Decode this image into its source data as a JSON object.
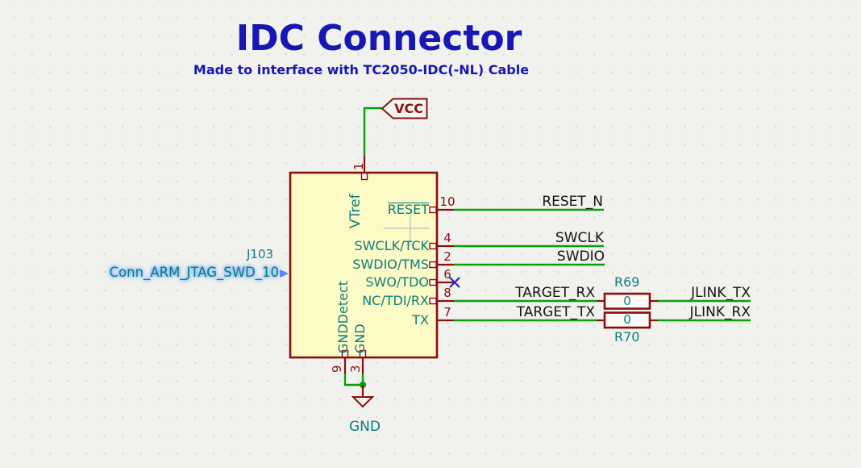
{
  "palette": {
    "background": "#F1F1ED",
    "grid_dot": "#DBDBD7",
    "note_blue": "#1717B3",
    "symbol_outline": "#8A0F0F",
    "symbol_fill": "#FCFAC5",
    "pin_name_teal": "#0B7E7E",
    "wire_green": "#0AA00A",
    "net_label_black": "#141414",
    "no_connect_blue": "#2525CC",
    "highlight_blue": "#7EB3FF"
  },
  "header": {
    "title": "IDC Connector",
    "subtitle": "Made to interface with TC2050-IDC(-NL) Cable"
  },
  "component": {
    "reference": "J103",
    "value": "Conn_ARM_JTAG_SWD_10",
    "pins": [
      {
        "number": "1",
        "name": "VTref"
      },
      {
        "number": "10",
        "name": "RESET"
      },
      {
        "number": "4",
        "name": "SWCLK/TCK"
      },
      {
        "number": "2",
        "name": "SWDIO/TMS"
      },
      {
        "number": "6",
        "name": "SWO/TDO"
      },
      {
        "number": "8",
        "name": "NC/TDI/RX"
      },
      {
        "number": "7",
        "name": "TX"
      },
      {
        "number": "9",
        "name": "GNDDetect"
      },
      {
        "number": "3",
        "name": "GND"
      }
    ]
  },
  "power": {
    "vcc": "VCC",
    "gnd": "GND"
  },
  "nets": {
    "reset_n": "RESET_N",
    "swclk": "SWCLK",
    "swdio": "SWDIO",
    "target_rx": "TARGET_RX",
    "target_tx": "TARGET_TX",
    "jlink_tx": "JLINK_TX",
    "jlink_rx": "JLINK_RX"
  },
  "resistors": [
    {
      "reference": "R69",
      "value": "0"
    },
    {
      "reference": "R70",
      "value": "0"
    }
  ]
}
